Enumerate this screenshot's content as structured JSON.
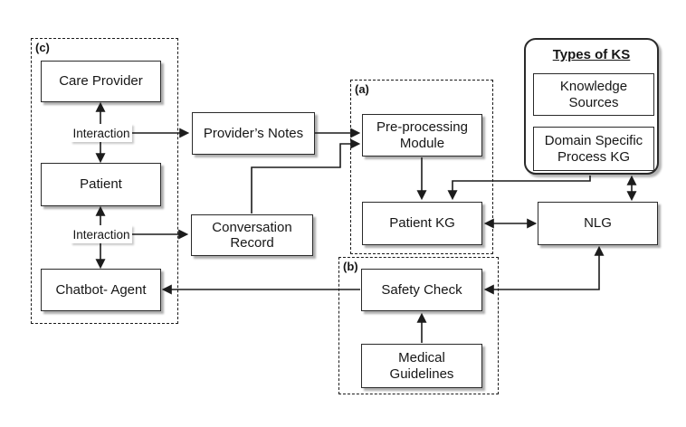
{
  "figure": {
    "colors": {
      "background": "#ffffff",
      "stroke": "#1c1c1c",
      "box_fill": "#ffffff",
      "text": "#161616"
    },
    "groups": {
      "a": {
        "label": "(a)"
      },
      "b": {
        "label": "(b)"
      },
      "c": {
        "label": "(c)"
      }
    },
    "nodes": {
      "care_provider": {
        "label": "Care Provider"
      },
      "patient": {
        "label": "Patient"
      },
      "chatbot_agent": {
        "label": "Chatbot- Agent"
      },
      "providers_notes": {
        "label": "Provider’s Notes"
      },
      "conversation_record": {
        "label": "Conversation Record"
      },
      "preprocessing_module": {
        "label": "Pre-processing Module"
      },
      "patient_kg": {
        "label": "Patient KG"
      },
      "safety_check": {
        "label": "Safety Check"
      },
      "medical_guidelines": {
        "label": "Medical Guidelines"
      },
      "nlg": {
        "label": "NLG"
      }
    },
    "legend": {
      "title": "Types of KS",
      "items": {
        "knowledge_sources": {
          "label": "Knowledge Sources"
        },
        "domain_specific_process_kg": {
          "label": "Domain Specific Process KG"
        }
      }
    },
    "edge_labels": {
      "interaction_top": "Interaction",
      "interaction_bottom": "Interaction"
    },
    "edges": [
      {
        "from": "care_provider",
        "to": "patient",
        "bidirectional": true,
        "label": "Interaction"
      },
      {
        "from": "patient",
        "to": "chatbot_agent",
        "bidirectional": true,
        "label": "Interaction"
      },
      {
        "from": "interaction_top",
        "to": "providers_notes",
        "bidirectional": false
      },
      {
        "from": "interaction_bottom",
        "to": "conversation_record",
        "bidirectional": false
      },
      {
        "from": "providers_notes",
        "to": "preprocessing_module",
        "bidirectional": false
      },
      {
        "from": "conversation_record",
        "to": "preprocessing_module",
        "bidirectional": false
      },
      {
        "from": "preprocessing_module",
        "to": "patient_kg",
        "bidirectional": false
      },
      {
        "from": "types_of_ks",
        "to": "patient_kg",
        "bidirectional": false
      },
      {
        "from": "patient_kg",
        "to": "nlg",
        "bidirectional": true
      },
      {
        "from": "types_of_ks",
        "to": "nlg",
        "bidirectional": true
      },
      {
        "from": "safety_check",
        "to": "nlg",
        "bidirectional": true
      },
      {
        "from": "safety_check",
        "to": "chatbot_agent",
        "bidirectional": false
      },
      {
        "from": "medical_guidelines",
        "to": "safety_check",
        "bidirectional": false
      }
    ]
  }
}
